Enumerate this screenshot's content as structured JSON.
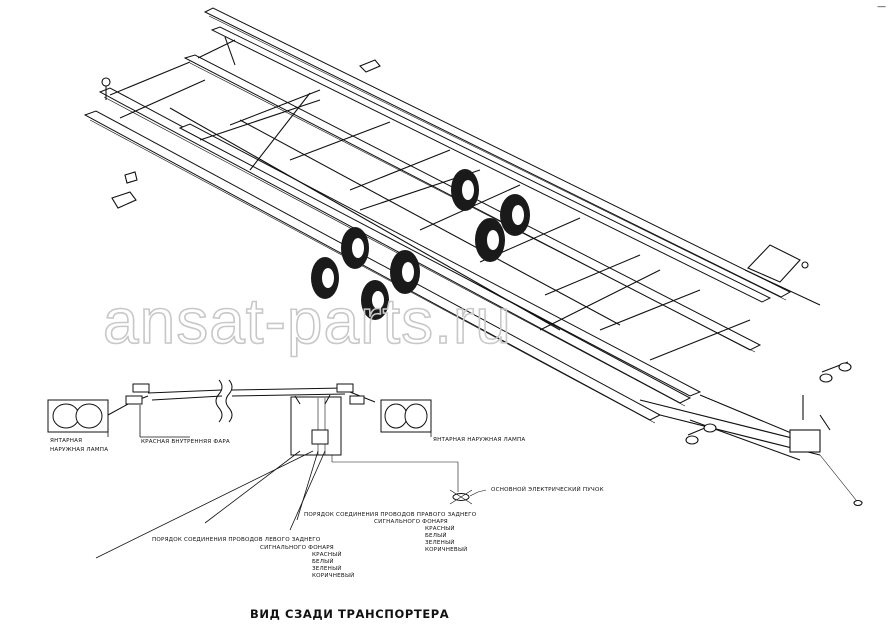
{
  "watermark": "ansat-parts.ru",
  "corner_mark": "—",
  "caption": "ВИД СЗАДИ ТРАНСПОРТЕРА",
  "labels": {
    "amber_left": [
      "ЯНТАРНАЯ",
      "НАРУЖНАЯ ЛАМПА"
    ],
    "red_inner": "КРАСНАЯ ВНУТРЕННЯЯ ФАРА",
    "amber_right": "ЯНТАРНАЯ НАРУЖНАЯ ЛАМПА",
    "main_plug": "ОСНОВНОЙ ЭЛЕКТРИЧЕСКИЙ ПУЧОК",
    "left_order": [
      "ПОРЯДОК СОЕДИНЕНИЯ ПРОВОДОВ ЛЕВОГО ЗАДНЕГО",
      "СИГНАЛЬНОГО ФОНАРЯ"
    ],
    "left_colors": [
      "КРАСНЫЙ",
      "БЕЛЫЙ",
      "ЗЕЛЕНЫЙ",
      "КОРИЧНЕВЫЙ"
    ],
    "right_order": [
      "ПОРЯДОК СОЕДИНЕНИЯ ПРОВОДОВ ПРАВОГО ЗАДНЕГО",
      "СИГНАЛЬНОГО ФОНАРЯ"
    ],
    "right_colors": [
      "КРАСНЫЙ",
      "БЕЛЫЙ",
      "ЗЕЛЕНЫЙ",
      "КОРИЧНЕВЫЙ"
    ]
  }
}
